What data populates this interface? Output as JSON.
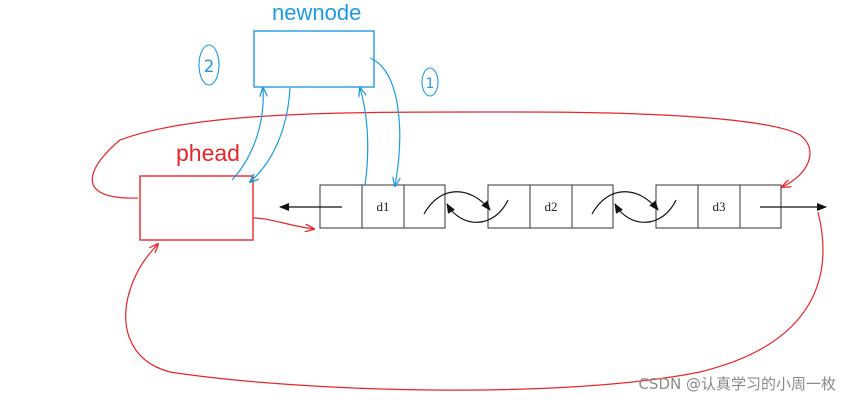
{
  "labels": {
    "newnode": "newnode",
    "phead": "phead",
    "step_one": "1",
    "step_two": "2"
  },
  "nodes": [
    {
      "data": "d1"
    },
    {
      "data": "d2"
    },
    {
      "data": "d3"
    }
  ],
  "watermark": "CSDN @认真学习的小周一枚",
  "colors": {
    "newnode": "#1e9be0",
    "phead": "#e8262a",
    "list": "#333333"
  }
}
